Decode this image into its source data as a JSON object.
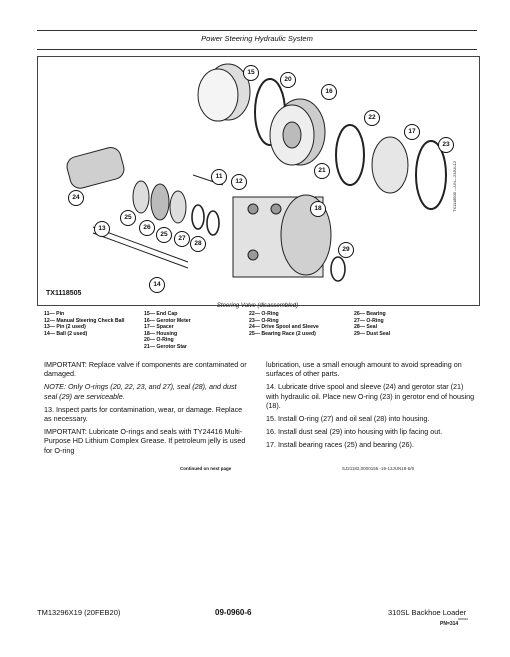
{
  "header": {
    "title": "Power Steering Hydraulic System"
  },
  "figure": {
    "id": "TX1118505",
    "side_code": "TX1118505 —UN—23JUL12",
    "caption": "Steering Valve (disassembled)",
    "callouts": [
      "11",
      "12",
      "13",
      "14",
      "15",
      "16",
      "17",
      "20",
      "21",
      "22",
      "23",
      "24",
      "25",
      "26",
      "27",
      "28",
      "29"
    ]
  },
  "legend": [
    [
      "11— Pin",
      "12— Manual Steering Check Ball",
      "13— Pin (2 used)",
      "14— Ball (2 used)"
    ],
    [
      "15— End Cap",
      "16— Gerotor Meter",
      "17— Spacer",
      "18— Housing",
      "20— O-Ring",
      "21— Gerotor Star"
    ],
    [
      "22— O-Ring",
      "23— O-Ring",
      "24— Drive Spool and Sleeve",
      "25— Bearing Race (2 used)"
    ],
    [
      "26— Bearing",
      "27— O-Ring",
      "28— Seal",
      "29— Dust Seal"
    ]
  ],
  "left": {
    "important1": "IMPORTANT: Replace valve if components are contaminated or damaged.",
    "note": "NOTE: Only O-rings (20, 22, 23, and 27), seal (28), and dust seal (29) are serviceable.",
    "step13": "13. Inspect parts for contamination, wear, or damage. Replace as necessary.",
    "important2": "IMPORTANT: Lubricate O-rings and seals with TY24416 Multi-Purpose HD Lithium Complex Grease. If petroleum jelly is used for O-ring"
  },
  "right": {
    "cont": "lubrication, use a small enough amount to avoid spreading on surfaces of other parts.",
    "step14": "14. Lubricate drive spool and sleeve (24) and gerotor star (21) with hydraulic oil. Place new O-ring (23) in gerotor end of housing (18).",
    "step15": "15. Install O-ring (27) and oil seal (28) into housing.",
    "step16": "16. Install dust seal (29) into housing with lip facing out.",
    "step17": "17. Install bearing races (25) and bearing (26)."
  },
  "continued": "Continued on next page",
  "ref": "SJ21182,0000155 -19-12JUN18-6/9",
  "footer": {
    "manual": "TM13296X19 (20FEB20)",
    "page": "09-0960-6",
    "model": "310SL Backhoe Loader",
    "tiny": "000040",
    "pn": "PN=314"
  }
}
